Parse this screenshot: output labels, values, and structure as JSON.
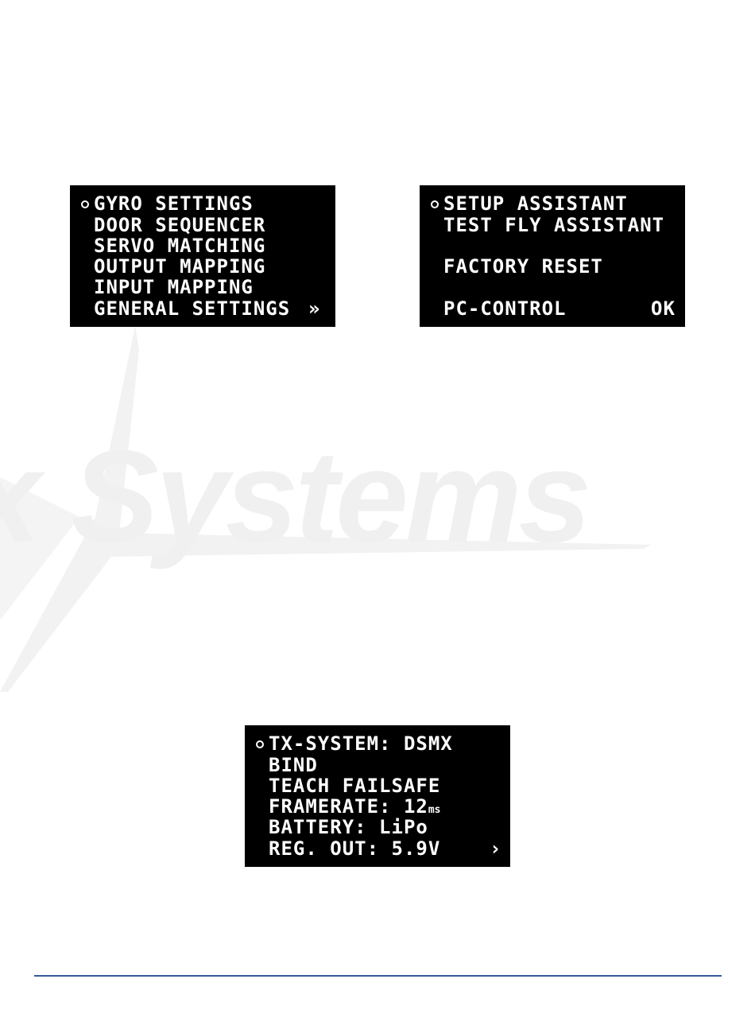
{
  "watermark": {
    "text": "x Systems"
  },
  "screen_menu_main": {
    "items": [
      {
        "label": "GYRO SETTINGS",
        "selected": true
      },
      {
        "label": "DOOR SEQUENCER",
        "selected": false
      },
      {
        "label": "SERVO MATCHING",
        "selected": false
      },
      {
        "label": "OUTPUT MAPPING",
        "selected": false
      },
      {
        "label": "INPUT MAPPING",
        "selected": false
      },
      {
        "label": "GENERAL SETTINGS",
        "selected": false
      }
    ],
    "nav_indicator": "»"
  },
  "screen_menu_tools": {
    "items": [
      {
        "label": "SETUP ASSISTANT",
        "selected": true
      },
      {
        "label": "TEST FLY ASSISTANT",
        "selected": false
      },
      {
        "label": "",
        "selected": false
      },
      {
        "label": "FACTORY RESET",
        "selected": false
      },
      {
        "label": "",
        "selected": false
      },
      {
        "label": "PC-CONTROL",
        "selected": false
      }
    ],
    "confirm_label": "OK"
  },
  "screen_general_settings": {
    "items": [
      {
        "label": "TX-SYSTEM: DSMX",
        "selected": true
      },
      {
        "label": "BIND",
        "selected": false
      },
      {
        "label": "TEACH FAILSAFE",
        "selected": false
      },
      {
        "label": "FRAMERATE: 12",
        "unit": "ms",
        "selected": false
      },
      {
        "label": "BATTERY: LiPo",
        "selected": false
      },
      {
        "label": "REG. OUT: 5.9V",
        "selected": false
      }
    ],
    "nav_indicator": "›"
  },
  "colors": {
    "lcd_background": "#000000",
    "lcd_text": "#ffffff",
    "footer_rule": "#3a5a9a",
    "watermark": "#f0f0f0"
  }
}
